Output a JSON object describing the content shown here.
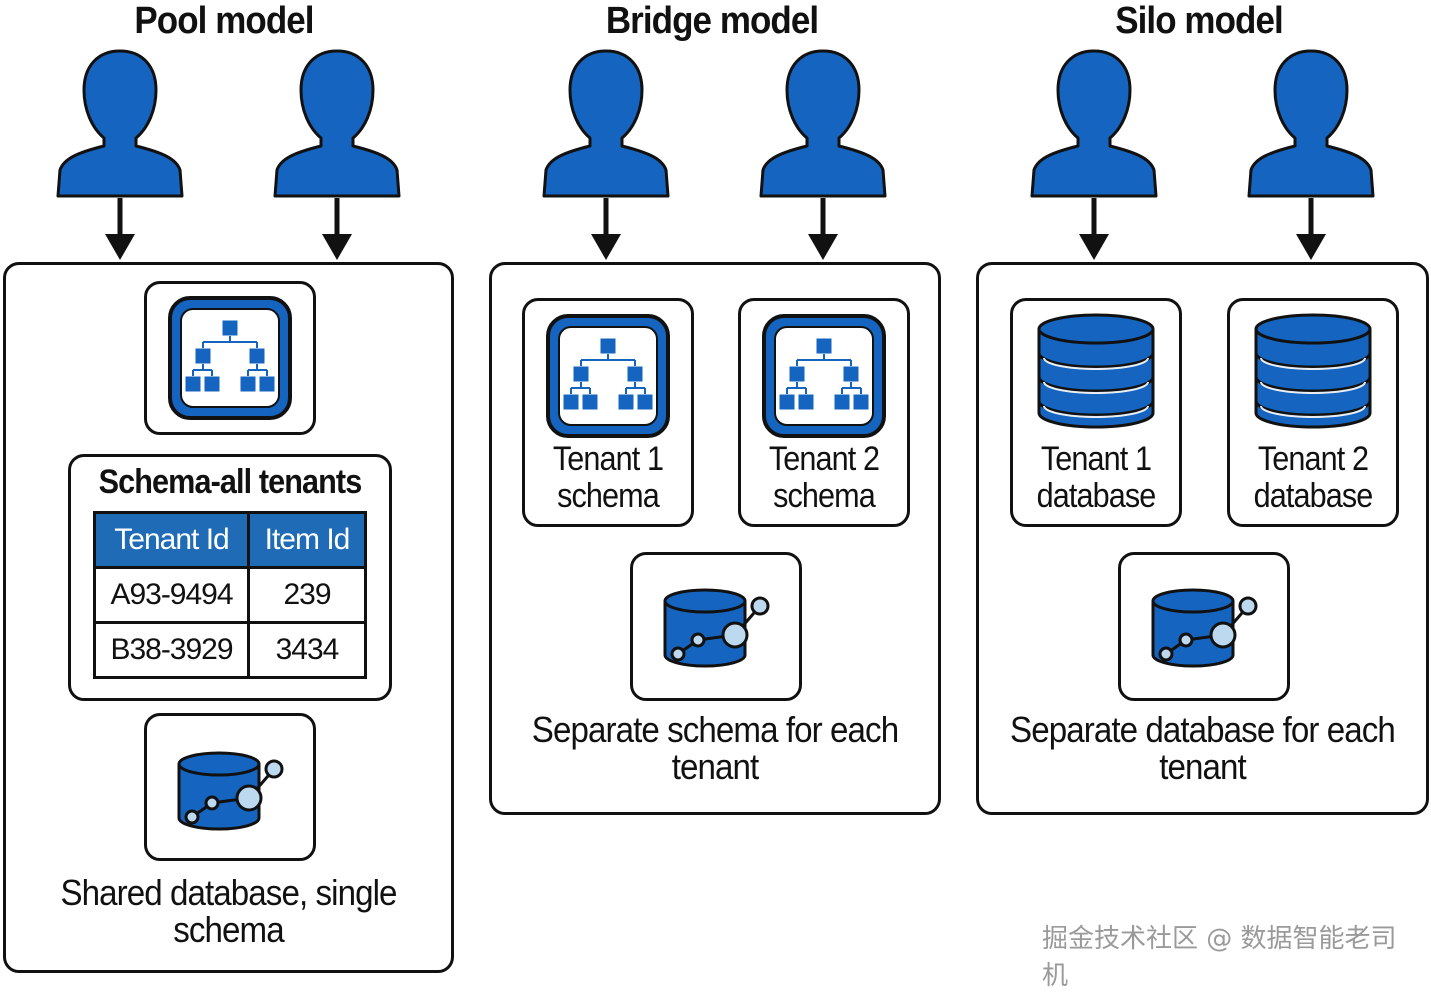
{
  "models": {
    "pool": {
      "title": "Pool model",
      "table_title": "Schema-all tenants",
      "table_headers": [
        "Tenant Id",
        "Item Id"
      ],
      "table_rows": [
        [
          "A93-9494",
          "239"
        ],
        [
          "B38-3929",
          "3434"
        ]
      ],
      "caption_line1": "Shared database, single",
      "caption_line2": "schema"
    },
    "bridge": {
      "title": "Bridge model",
      "tenant1_line1": "Tenant 1",
      "tenant1_line2": "schema",
      "tenant2_line1": "Tenant 2",
      "tenant2_line2": "schema",
      "caption_line1": "Separate schema for each",
      "caption_line2": "tenant"
    },
    "silo": {
      "title": "Silo model",
      "tenant1_line1": "Tenant 1",
      "tenant1_line2": "database",
      "tenant2_line1": "Tenant 2",
      "tenant2_line2": "database",
      "caption_line1": "Separate database for each",
      "caption_line2": "tenant"
    }
  },
  "watermark": "掘金技术社区 @ 数据智能老司机",
  "colors": {
    "blue": "#1565c0",
    "table_header": "#1f6bb6",
    "light_blue": "#bcd9ef"
  },
  "icons": [
    "user-icon",
    "schema-hierarchy-icon",
    "database-stack-icon",
    "database-graph-icon",
    "arrow-down-icon"
  ]
}
